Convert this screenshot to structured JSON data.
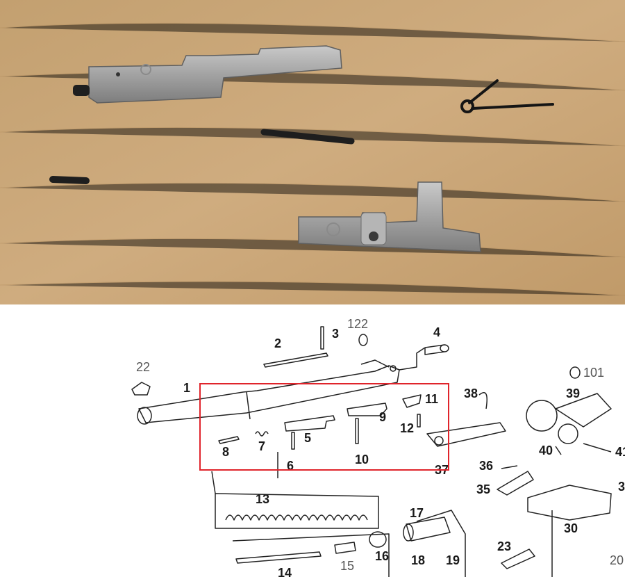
{
  "photo": {
    "surface_color": "#c9a679",
    "metal_color": "#a9a9a9",
    "pin_color": "#1e1e1e"
  },
  "diagram": {
    "highlight_color": "#e0242b",
    "part_numbers": [
      "1",
      "2",
      "3",
      "122",
      "4",
      "22",
      "5",
      "6",
      "7",
      "8",
      "9",
      "10",
      "11",
      "12",
      "13",
      "14",
      "15",
      "16",
      "17",
      "18",
      "19",
      "20",
      "23",
      "30",
      "3",
      "35",
      "36",
      "37",
      "38",
      "39",
      "40",
      "41",
      "101"
    ]
  }
}
